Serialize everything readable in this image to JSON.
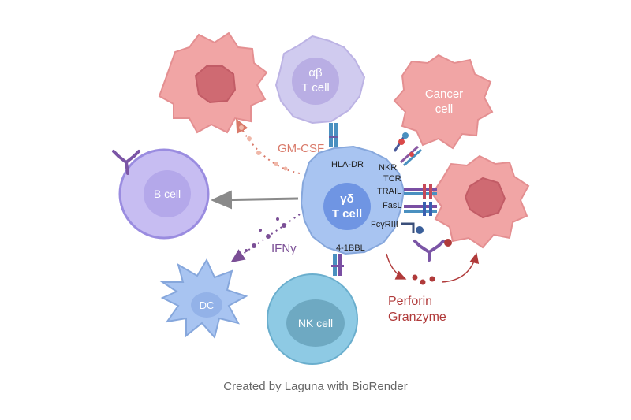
{
  "colors": {
    "cancer_fill": "#f1a5a5",
    "cancer_nucleus": "#cf6a72",
    "ab_cell": "#d0cbef",
    "gd_cell": "#a8c4f1",
    "b_cell": "#c7bdf2",
    "nk_cell": "#8ecae4",
    "dc_cell": "#a8c4f1",
    "gmcsf": "#d97a6a",
    "ifng": "#7b4f96",
    "perforin": "#b03a3a",
    "arrow_gray": "#8a8a8a"
  },
  "cells": {
    "ab_t_cell": {
      "line1": "αβ",
      "line2": "T cell"
    },
    "cancer_cell": {
      "line1": "Cancer",
      "line2": "cell"
    },
    "gd_t_cell": {
      "line1": "γδ",
      "line2": "T cell"
    },
    "b_cell": {
      "label": "B cell"
    },
    "dc": {
      "label": "DC"
    },
    "nk_cell": {
      "label": "NK cell"
    }
  },
  "receptors": {
    "hla_dr": "HLA-DR",
    "nkr": "NKR",
    "tcr": "TCR",
    "trail": "TRAIL",
    "fasl": "FasL",
    "fcgriii": "FcγRIII",
    "bbl": "4-1BBL"
  },
  "secreted": {
    "gm_csf": "GM-CSF",
    "ifn_gamma": "IFNγ",
    "perforin": "Perforin",
    "granzyme": "Granzyme"
  },
  "footer": {
    "credit": "Created by Laguna with BioRender"
  }
}
